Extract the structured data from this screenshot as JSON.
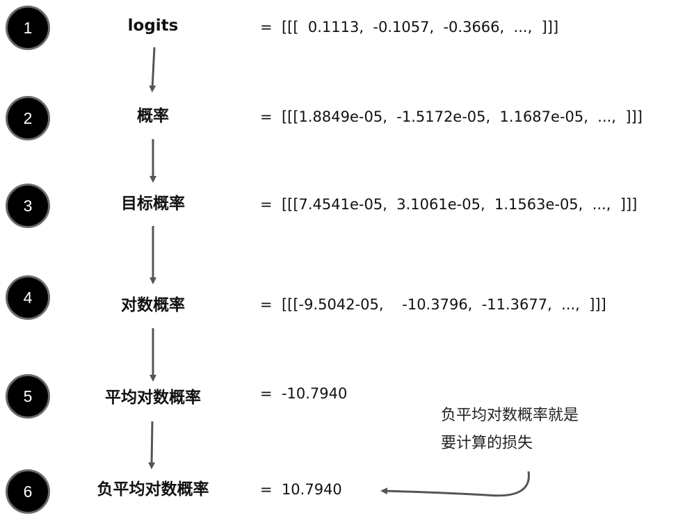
{
  "steps": [
    {
      "number": "1",
      "label": "logits",
      "value": "=  [[[  0.1113,  -0.1057,  -0.3666,  ...,  ]]]"
    },
    {
      "number": "2",
      "label": "概率",
      "value": "=  [[[1.8849e-05,  -1.5172e-05,  1.1687e-05,  ...,  ]]]"
    },
    {
      "number": "3",
      "label": "目标概率",
      "value": "=  [[[7.4541e-05,  3.1061e-05,  1.1563e-05,  ...,  ]]]"
    },
    {
      "number": "4",
      "label": "对数概率",
      "value": "=  [[[-9.5042-05,    -10.3796,  -11.3677,  ...,  ]]]"
    },
    {
      "number": "5",
      "label": "平均对数概率",
      "value": "=  -10.7940"
    },
    {
      "number": "6",
      "label": "负平均对数概率",
      "value": "=  10.7940"
    }
  ],
  "note": {
    "line1": "负平均对数概率就是",
    "line2": "要计算的损失"
  },
  "colors": {
    "circle_fill": "#000000",
    "circle_border": "#6b6b6b",
    "arrow": "#555555"
  }
}
